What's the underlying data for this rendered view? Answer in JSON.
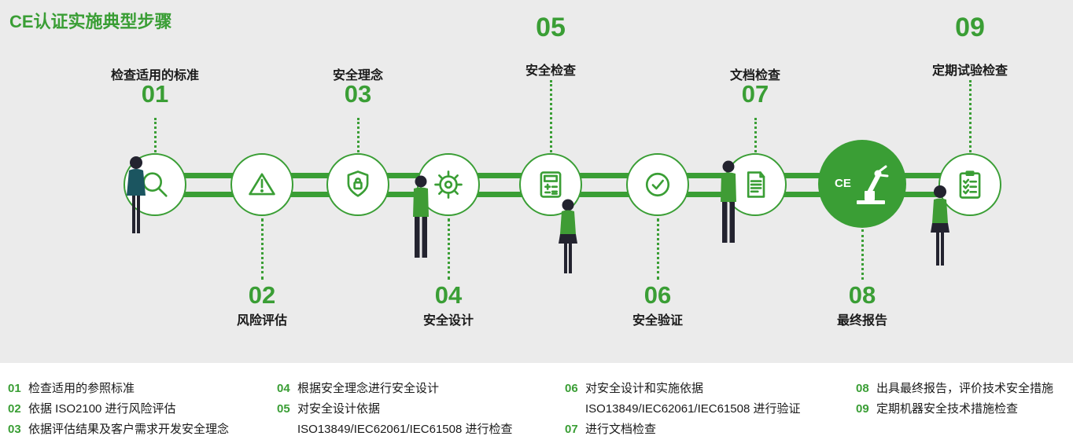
{
  "title": "CE认证实施典型步骤",
  "colors": {
    "accent": "#3a9e35",
    "text": "#1a1a1a",
    "band": "#ebebeb"
  },
  "steps": [
    {
      "num": "01",
      "label": "检查适用的标准",
      "icon": "magnifier-icon"
    },
    {
      "num": "02",
      "label": "风险评估",
      "icon": "warning-triangle-icon"
    },
    {
      "num": "03",
      "label": "安全理念",
      "icon": "shield-lock-icon"
    },
    {
      "num": "04",
      "label": "安全设计",
      "icon": "gear-icon"
    },
    {
      "num": "05",
      "label": "安全检查",
      "icon": "calculator-icon"
    },
    {
      "num": "06",
      "label": "安全验证",
      "icon": "check-circle-icon"
    },
    {
      "num": "07",
      "label": "文档检查",
      "icon": "document-icon"
    },
    {
      "num": "08",
      "label": "最终报告",
      "icon": "robot-arm-ce-icon",
      "badge": "CE"
    },
    {
      "num": "09",
      "label": "定期试验检查",
      "icon": "clipboard-checklist-icon"
    }
  ],
  "legend": {
    "col1": [
      {
        "num": "01",
        "text": "检查适用的参照标准"
      },
      {
        "num": "02",
        "text": "依据 ISO2100 进行风险评估"
      },
      {
        "num": "03",
        "text": "依据评估结果及客户需求开发安全理念"
      }
    ],
    "col2": [
      {
        "num": "04",
        "text": "根据安全理念进行安全设计"
      },
      {
        "num": "05",
        "text": "对安全设计依据"
      },
      {
        "num": "",
        "text": "ISO13849/IEC62061/IEC61508 进行检查"
      }
    ],
    "col3": [
      {
        "num": "06",
        "text": "对安全设计和实施依据"
      },
      {
        "num": "",
        "text": "ISO13849/IEC62061/IEC61508 进行验证"
      },
      {
        "num": "07",
        "text": "进行文档检查"
      }
    ],
    "col4": [
      {
        "num": "08",
        "text": "出具最终报告，评价技术安全措施"
      },
      {
        "num": "09",
        "text": "定期机器安全技术措施检查"
      }
    ]
  }
}
